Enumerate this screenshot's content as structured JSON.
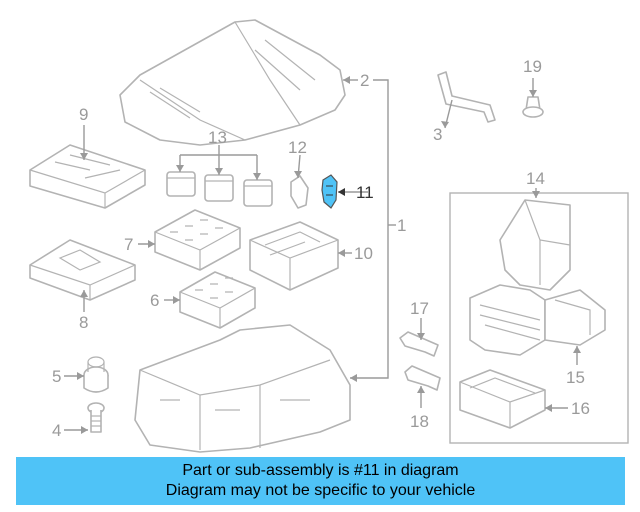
{
  "callouts": {
    "c1": "1",
    "c2": "2",
    "c3": "3",
    "c4": "4",
    "c5": "5",
    "c6": "6",
    "c7": "7",
    "c8": "8",
    "c9": "9",
    "c10": "10",
    "c11": "11",
    "c12": "12",
    "c13": "13",
    "c14": "14",
    "c15": "15",
    "c16": "16",
    "c17": "17",
    "c18": "18",
    "c19": "19"
  },
  "highlighted_part": "11",
  "banner": {
    "line1": "Part or sub-assembly is #11 in diagram",
    "line2": "Diagram may not be specific to your vehicle",
    "color": "#4fc3f7"
  },
  "highlight_color": "#4fc3f7"
}
